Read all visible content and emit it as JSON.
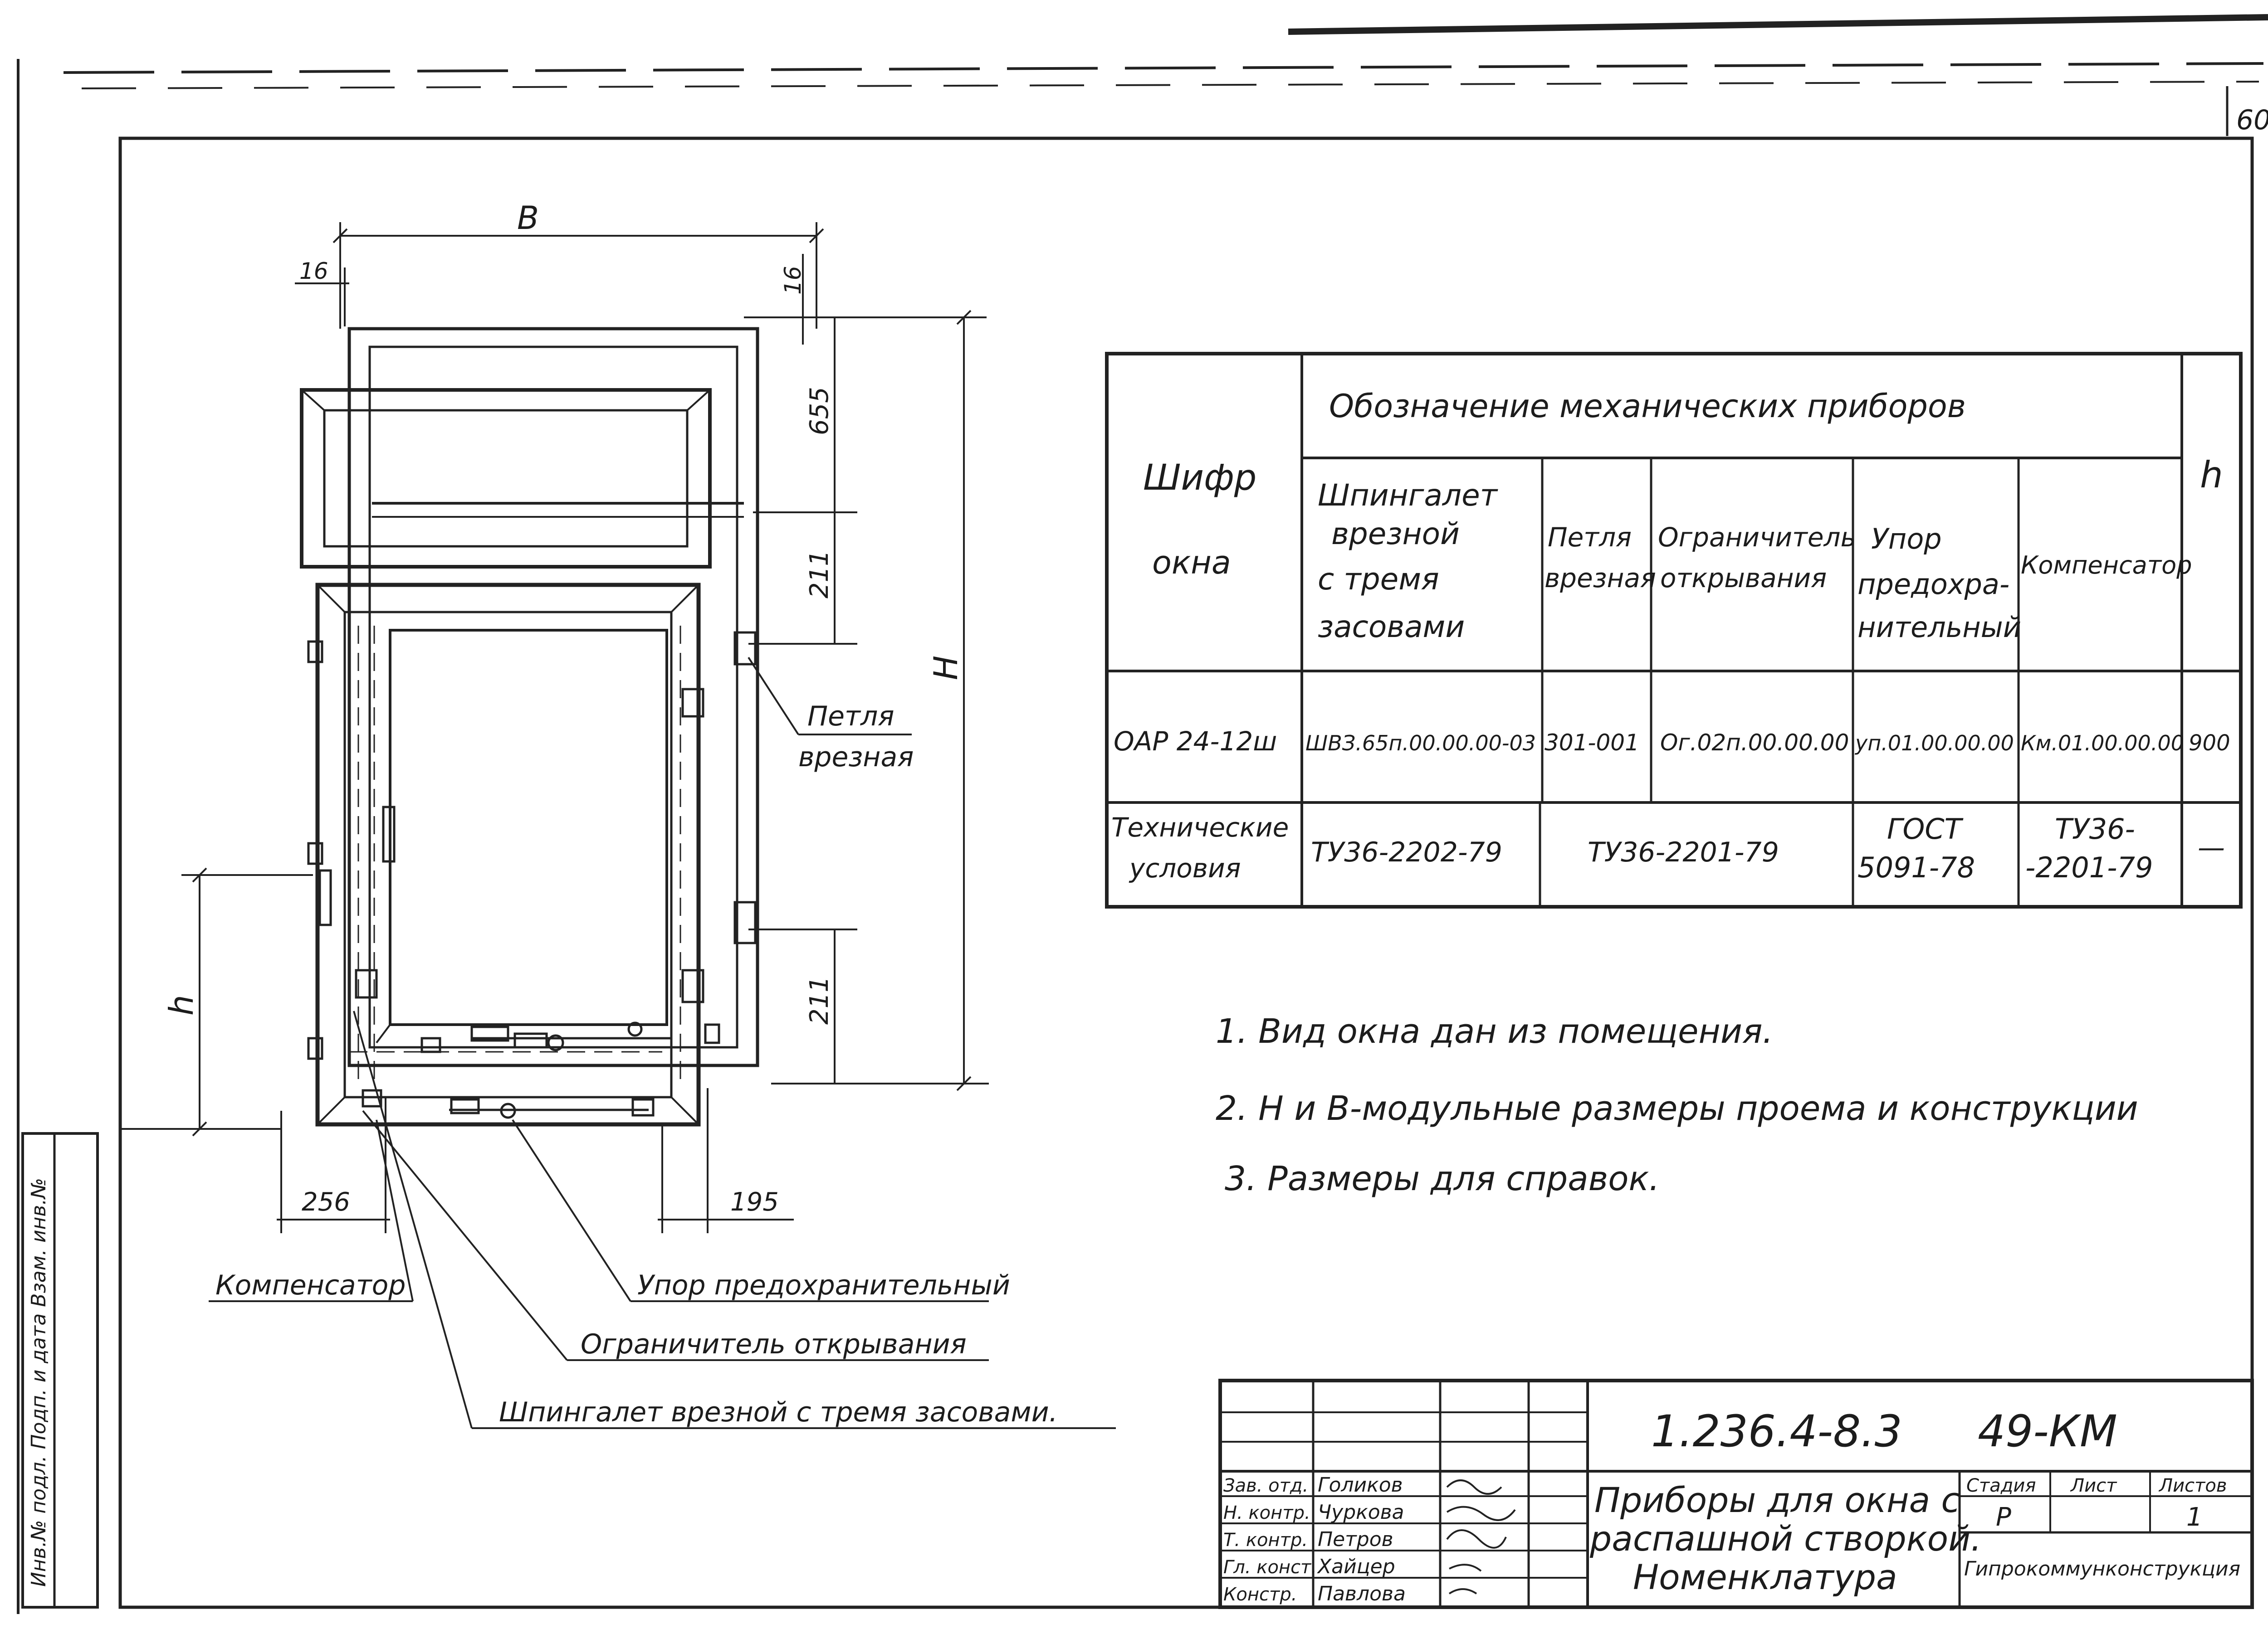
{
  "page_number": "60",
  "window_drawing": {
    "dim_b": "B",
    "dim_h_total": "H",
    "dim_h": "h",
    "dim_16_left": "16",
    "dim_16_right": "16",
    "dim_655": "655",
    "dim_211_top": "211",
    "dim_211_bottom": "211",
    "dim_256": "256",
    "dim_195": "195"
  },
  "callouts": {
    "hinge": [
      "Петля",
      "врезная"
    ],
    "compensator": "Компенсатор",
    "safety_stop": "Упор предохранительный",
    "limiter": "Ограничитель открывания",
    "latch": "Шпингалет врезной с тремя засовами."
  },
  "spec_table": {
    "col_code": [
      "Шифр",
      "окна"
    ],
    "col_group": "Обозначение механических приборов",
    "col_latch": [
      "Шпингалет",
      "врезной",
      "с тремя",
      "засовами"
    ],
    "col_hinge": [
      "Петля",
      "врезная"
    ],
    "col_limiter": [
      "Ограничитель",
      "открывания"
    ],
    "col_stop": [
      "Упор",
      "предохра-",
      "нительный"
    ],
    "col_comp": "Компенсатор",
    "col_h": "h",
    "row1": {
      "code": "ОАР 24-12ш",
      "latch": "ШВЗ.65п.00.00.00-03",
      "hinge": "301-001",
      "limiter": "Ог.02п.00.00.00",
      "stop": "уп.01.00.00.00",
      "comp": "Км.01.00.00.00",
      "h": "900"
    },
    "row2": {
      "code": [
        "Технические",
        "условия"
      ],
      "latch": "ТУ36-2202-79",
      "hinge_limiter": "ТУ36-2201-79",
      "stop": [
        "ГОСТ",
        "5091-78"
      ],
      "comp": [
        "ТУ36-",
        "-2201-79"
      ],
      "h": "—"
    }
  },
  "notes": [
    "1. Вид окна дан из помещения.",
    "2. Н и В-модульные размеры проема и конструкции",
    "3. Размеры для справок."
  ],
  "side_stamp": "Инв.№ подл.   Подп. и дата   Взам. инв.№",
  "title_block": {
    "doc_code": "1.236.4-8.3",
    "sheet_code": "49-КМ",
    "title": [
      "Приборы для окна с",
      "распашной створкой.",
      "Номенклатура"
    ],
    "roles": [
      "Зав. отд.",
      "Н. контр.",
      "Т. контр.",
      "Гл. конст.",
      "Констр."
    ],
    "names": [
      "Голиков",
      "Чуркова",
      "Петров",
      "Хайцер",
      "Павлова"
    ],
    "stage_label": "Стадия",
    "sheet_label": "Лист",
    "sheets_label": "Листов",
    "stage": "Р",
    "sheets": "1",
    "org": "Гипрокоммунконструкция"
  }
}
